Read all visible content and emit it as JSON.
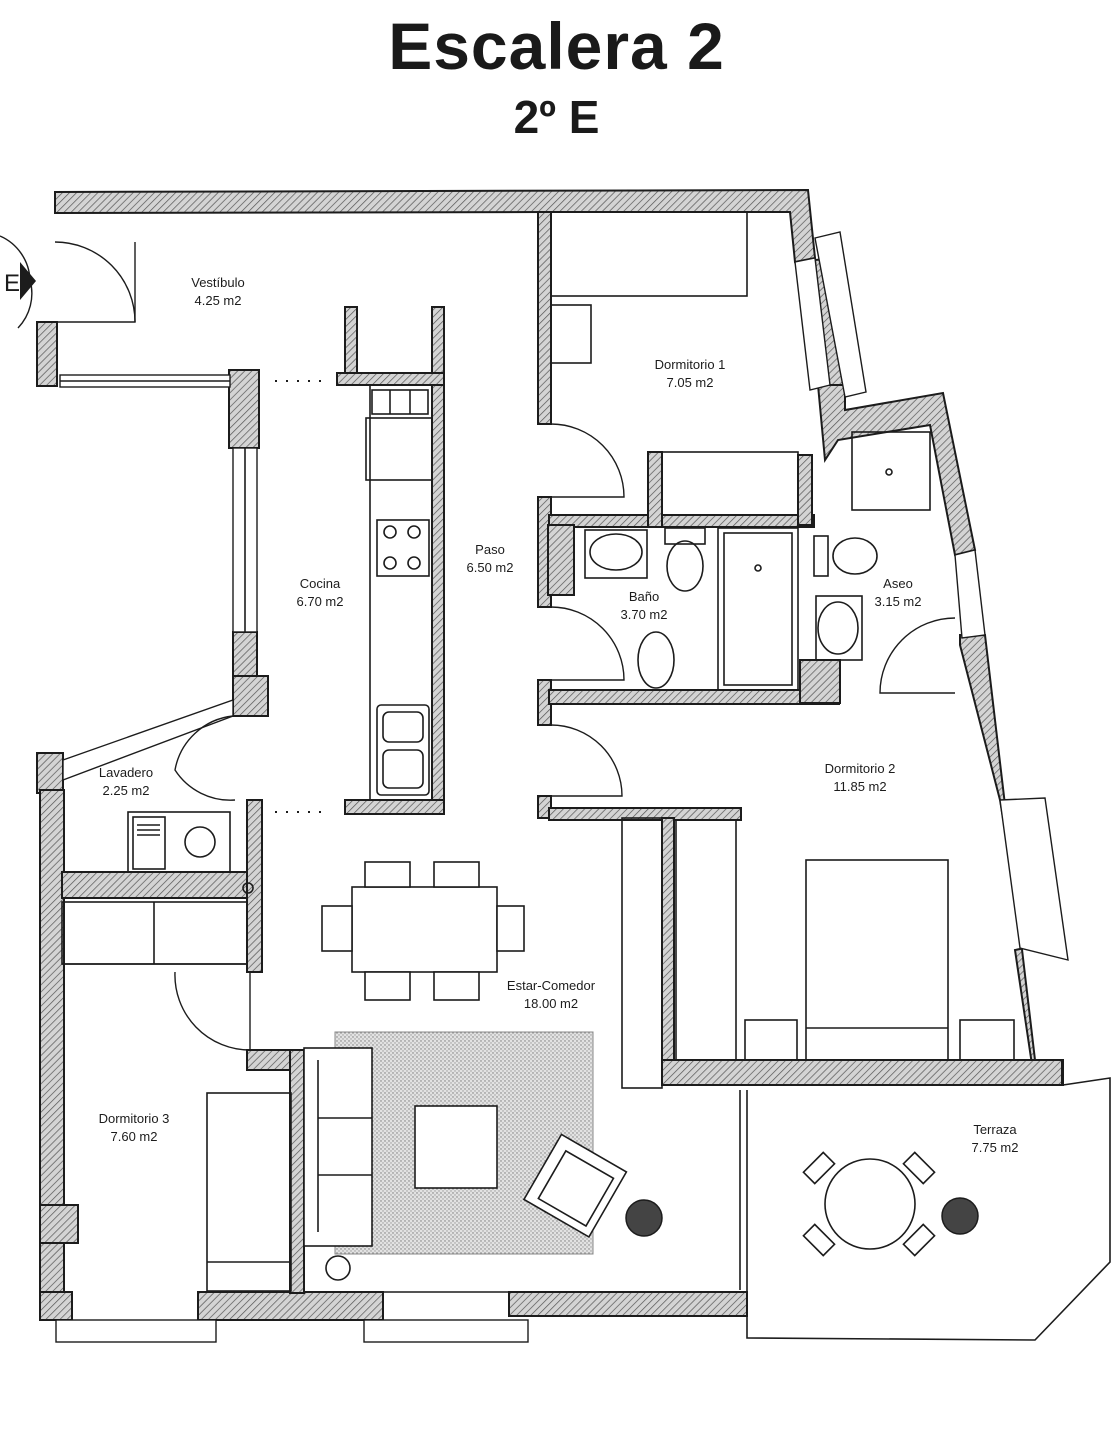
{
  "header": {
    "title": "Escalera 2",
    "subtitle": "2º E"
  },
  "entrance_marker": "E",
  "rooms": {
    "vestibulo": {
      "name": "Vestíbulo",
      "area": "4.25 m2"
    },
    "dormitorio1": {
      "name": "Dormitorio 1",
      "area": "7.05 m2"
    },
    "cocina": {
      "name": "Cocina",
      "area": "6.70 m2"
    },
    "paso": {
      "name": "Paso",
      "area": "6.50 m2"
    },
    "bano": {
      "name": "Baño",
      "area": "3.70 m2"
    },
    "aseo": {
      "name": "Aseo",
      "area": "3.15 m2"
    },
    "lavadero": {
      "name": "Lavadero",
      "area": "2.25 m2"
    },
    "dormitorio2": {
      "name": "Dormitorio 2",
      "area": "11.85 m2"
    },
    "estar": {
      "name": "Estar-Comedor",
      "area": "18.00 m2"
    },
    "dormitorio3": {
      "name": "Dormitorio 3",
      "area": "7.60 m2"
    },
    "terraza": {
      "name": "Terraza",
      "area": "7.75 m2"
    }
  }
}
